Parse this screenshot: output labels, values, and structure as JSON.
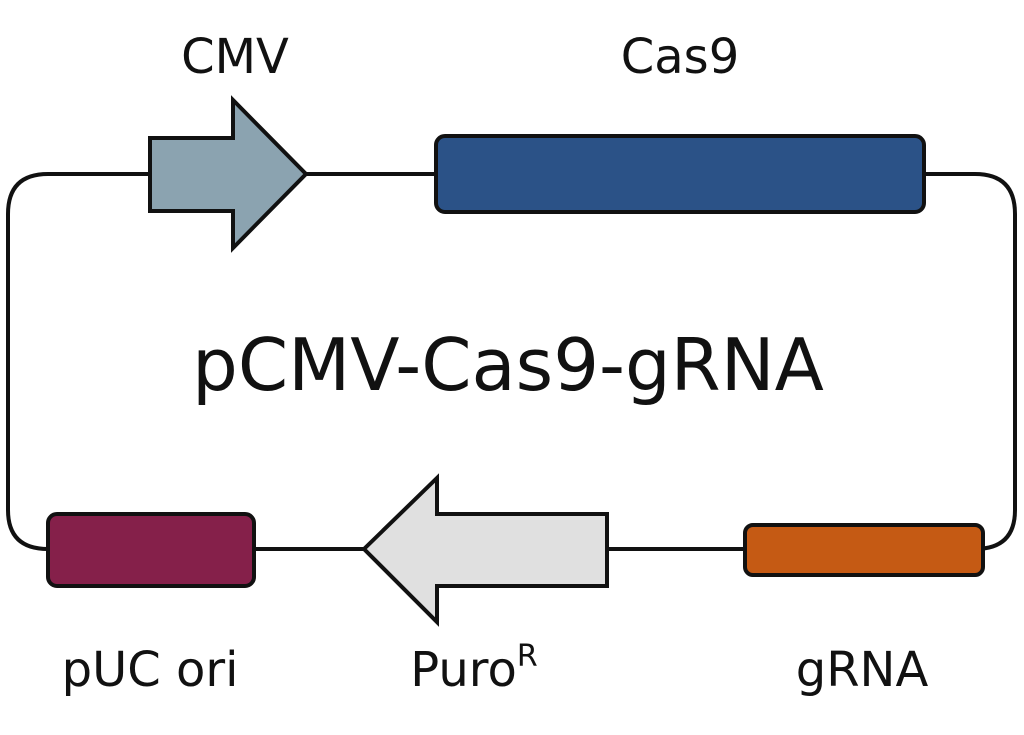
{
  "plasmid": {
    "name": "pCMV-Cas9-gRNA"
  },
  "features": {
    "cmv": {
      "label": "CMV",
      "color": "#8ba3b0"
    },
    "cas9": {
      "label": "Cas9",
      "color": "#2b5287"
    },
    "grna": {
      "label": "gRNA",
      "color": "#c55a14"
    },
    "puro": {
      "label": "Puro",
      "superscript": "R",
      "color": "#e0e0e0"
    },
    "puc_ori": {
      "label": "pUC ori",
      "color": "#85204a"
    }
  },
  "colors": {
    "backbone": "#111111",
    "outline": "#111111"
  }
}
